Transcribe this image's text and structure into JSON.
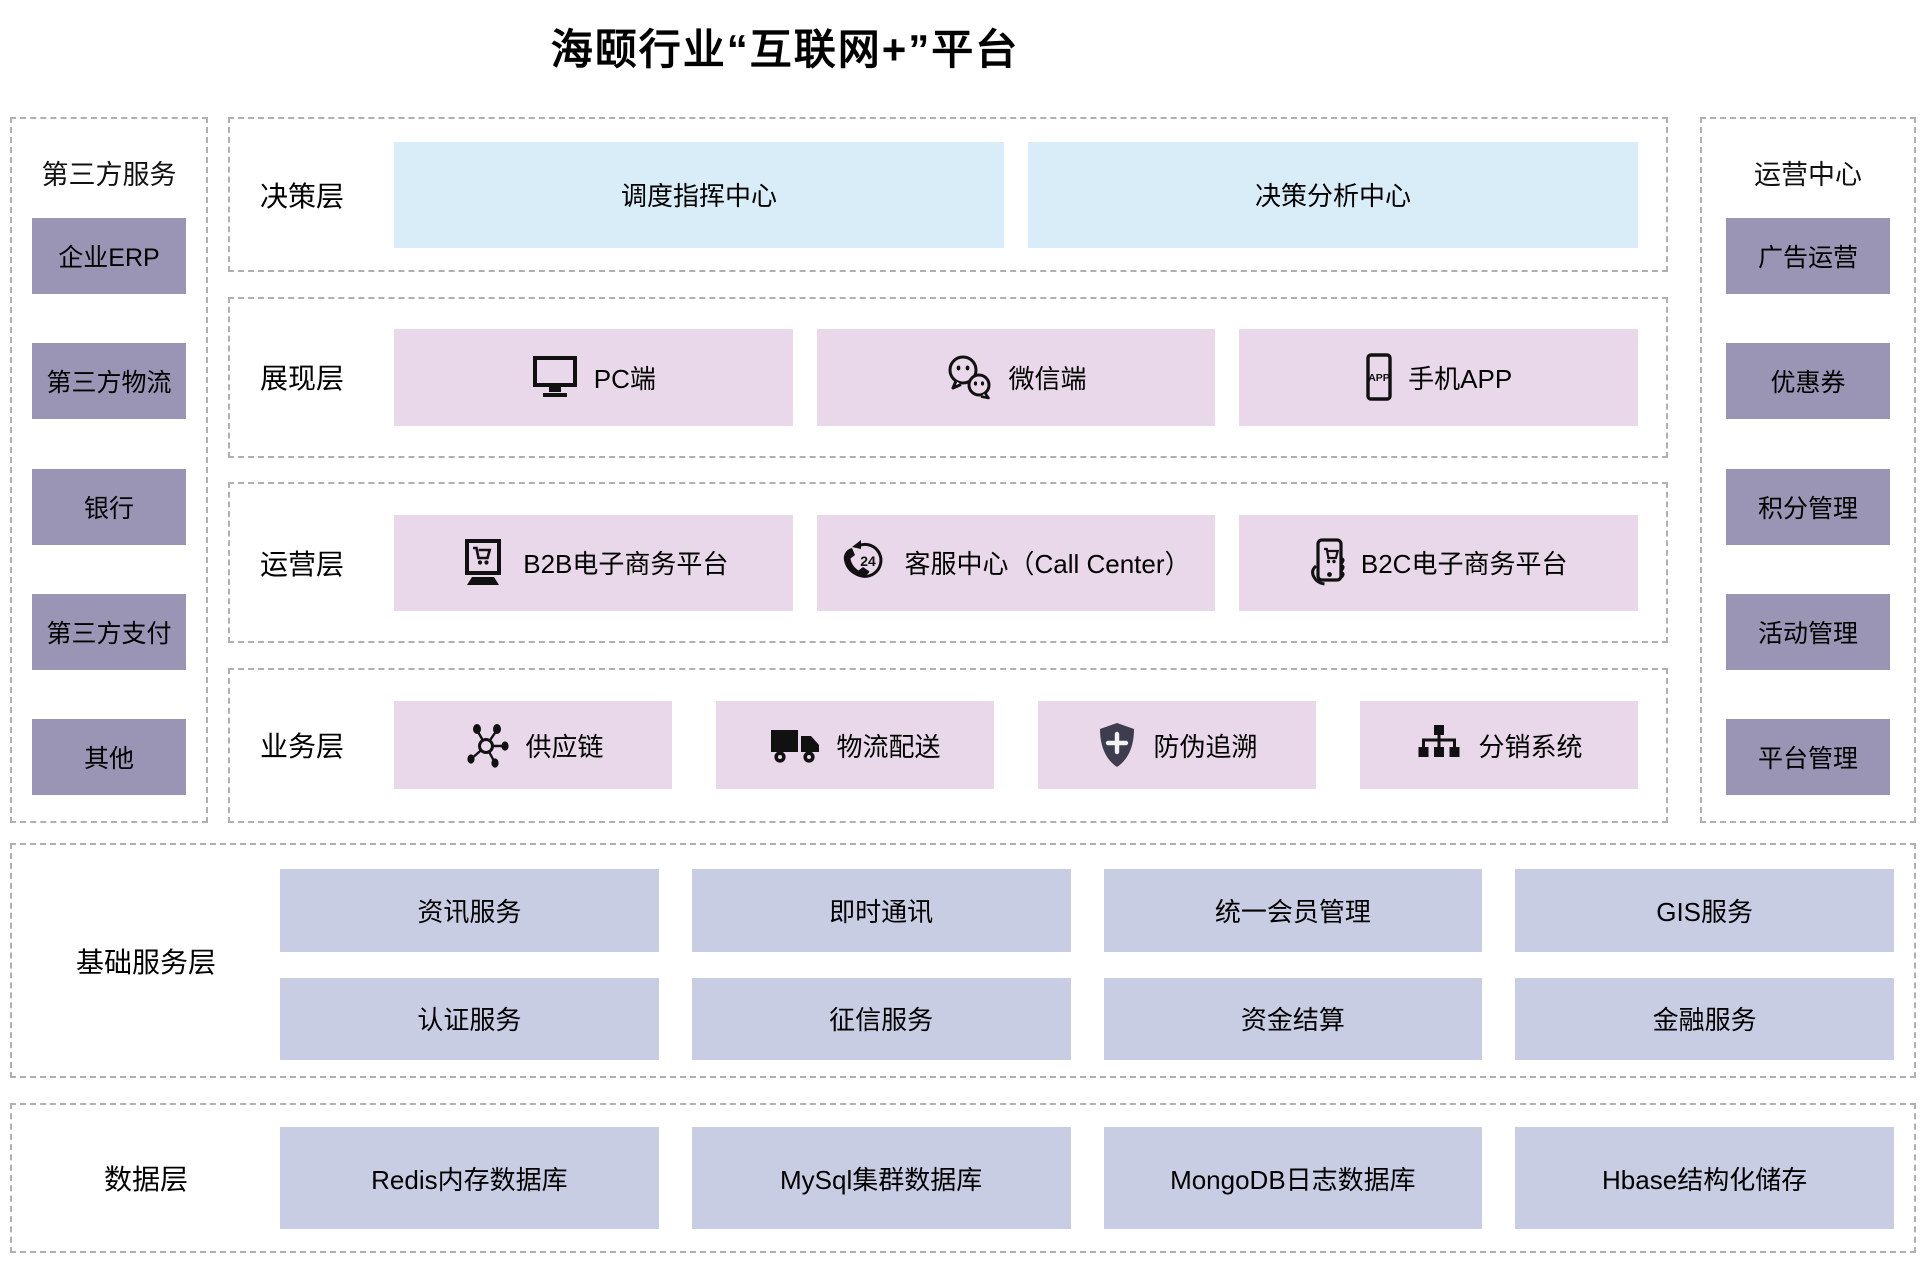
{
  "title": "海颐行业“互联网+”平台",
  "left_panel": {
    "title": "第三方服务",
    "items": [
      {
        "label": "企业ERP"
      },
      {
        "label": "第三方物流"
      },
      {
        "label": "银行"
      },
      {
        "label": "第三方支付"
      },
      {
        "label": "其他"
      }
    ]
  },
  "right_panel": {
    "title": "运营中心",
    "items": [
      {
        "label": "广告运营"
      },
      {
        "label": "优惠券"
      },
      {
        "label": "积分管理"
      },
      {
        "label": "活动管理"
      },
      {
        "label": "平台管理"
      }
    ]
  },
  "layers": {
    "decision": {
      "label": "决策层",
      "items": [
        {
          "label": "调度指挥中心"
        },
        {
          "label": "决策分析中心"
        }
      ]
    },
    "presentation": {
      "label": "展现层",
      "items": [
        {
          "label": "PC端",
          "icon": "monitor-icon"
        },
        {
          "label": "微信端",
          "icon": "wechat-icon"
        },
        {
          "label": "手机APP",
          "icon": "mobile-app-icon"
        }
      ]
    },
    "operation": {
      "label": "运营层",
      "items": [
        {
          "label": "B2B电子商务平台",
          "icon": "b2b-ecommerce-icon"
        },
        {
          "label": "客服中心（Call Center）",
          "icon": "callcenter-24-icon"
        },
        {
          "label": "B2C电子商务平台",
          "icon": "b2c-ecommerce-icon"
        }
      ]
    },
    "business": {
      "label": "业务层",
      "items": [
        {
          "label": "供应链",
          "icon": "supply-chain-icon"
        },
        {
          "label": "物流配送",
          "icon": "logistics-truck-icon"
        },
        {
          "label": "防伪追溯",
          "icon": "anti-counterfeit-shield-icon"
        },
        {
          "label": "分销系统",
          "icon": "distribution-sitemap-icon"
        }
      ]
    }
  },
  "base_service_layer": {
    "label": "基础服务层",
    "row1": [
      {
        "label": "资讯服务"
      },
      {
        "label": "即时通讯"
      },
      {
        "label": "统一会员管理"
      },
      {
        "label": "GIS服务"
      }
    ],
    "row2": [
      {
        "label": "认证服务"
      },
      {
        "label": "征信服务"
      },
      {
        "label": "资金结算"
      },
      {
        "label": "金融服务"
      }
    ]
  },
  "data_layer": {
    "label": "数据层",
    "items": [
      {
        "label": "Redis内存数据库"
      },
      {
        "label": "MySql集群数据库"
      },
      {
        "label": "MongoDB日志数据库"
      },
      {
        "label": "Hbase结构化储存"
      }
    ]
  },
  "icon_badges": {
    "app": "APP",
    "hours": "24"
  },
  "colors": {
    "side_box": "#9a94b5",
    "decision_box": "#d8edf8",
    "middle_box": "#e8d8e9",
    "service_box": "#c8cde3",
    "dashed_border": "#b0b0b0",
    "shield_fill": "#3d3d4f"
  }
}
